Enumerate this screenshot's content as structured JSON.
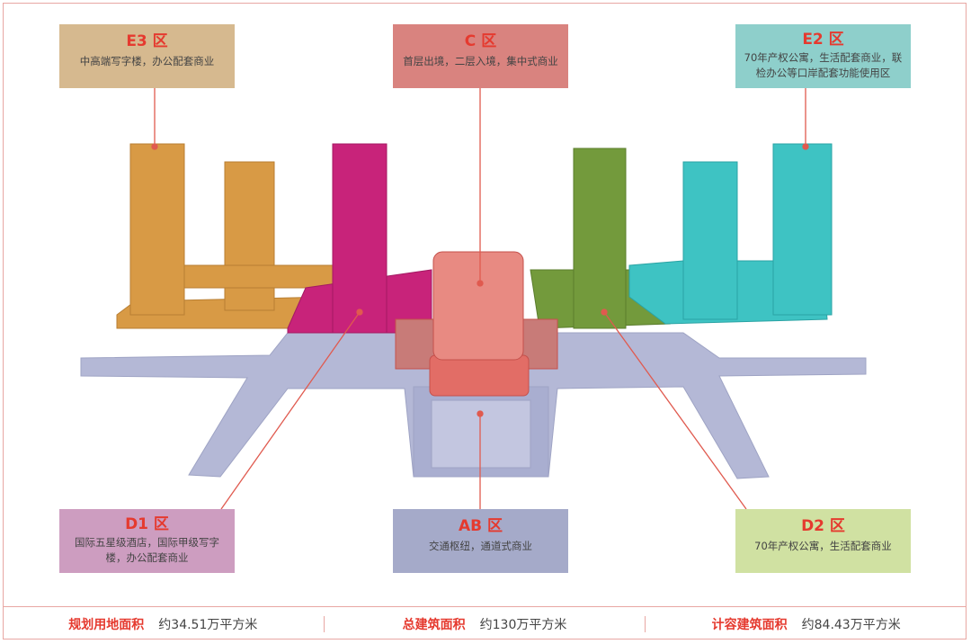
{
  "zones": {
    "e3": {
      "title": "E3 区",
      "desc": "中高端写字楼，办公配套商业",
      "color": "#d6b98f"
    },
    "c": {
      "title": "C 区",
      "desc": "首层出境，二层入境，集中式商业",
      "color": "#d9837f"
    },
    "e2": {
      "title": "E2 区",
      "desc": "70年产权公寓，生活配套商业，联检办公等口岸配套功能使用区",
      "color": "#8ecfcb"
    },
    "d1": {
      "title": "D1 区",
      "desc": "国际五星级酒店，国际甲级写字楼，办公配套商业",
      "color": "#cd9dc0"
    },
    "ab": {
      "title": "AB 区",
      "desc": "交通枢纽，通道式商业",
      "color": "#a5aac9"
    },
    "d2": {
      "title": "D2 区",
      "desc": "70年产权公寓，生活配套商业",
      "color": "#d0e1a2"
    }
  },
  "footer": [
    {
      "label": "规划用地面积",
      "value": "约34.51万平方米"
    },
    {
      "label": "总建筑面积",
      "value": "约130万平方米"
    },
    {
      "label": "计容建筑面积",
      "value": "约84.43万平方米"
    }
  ]
}
